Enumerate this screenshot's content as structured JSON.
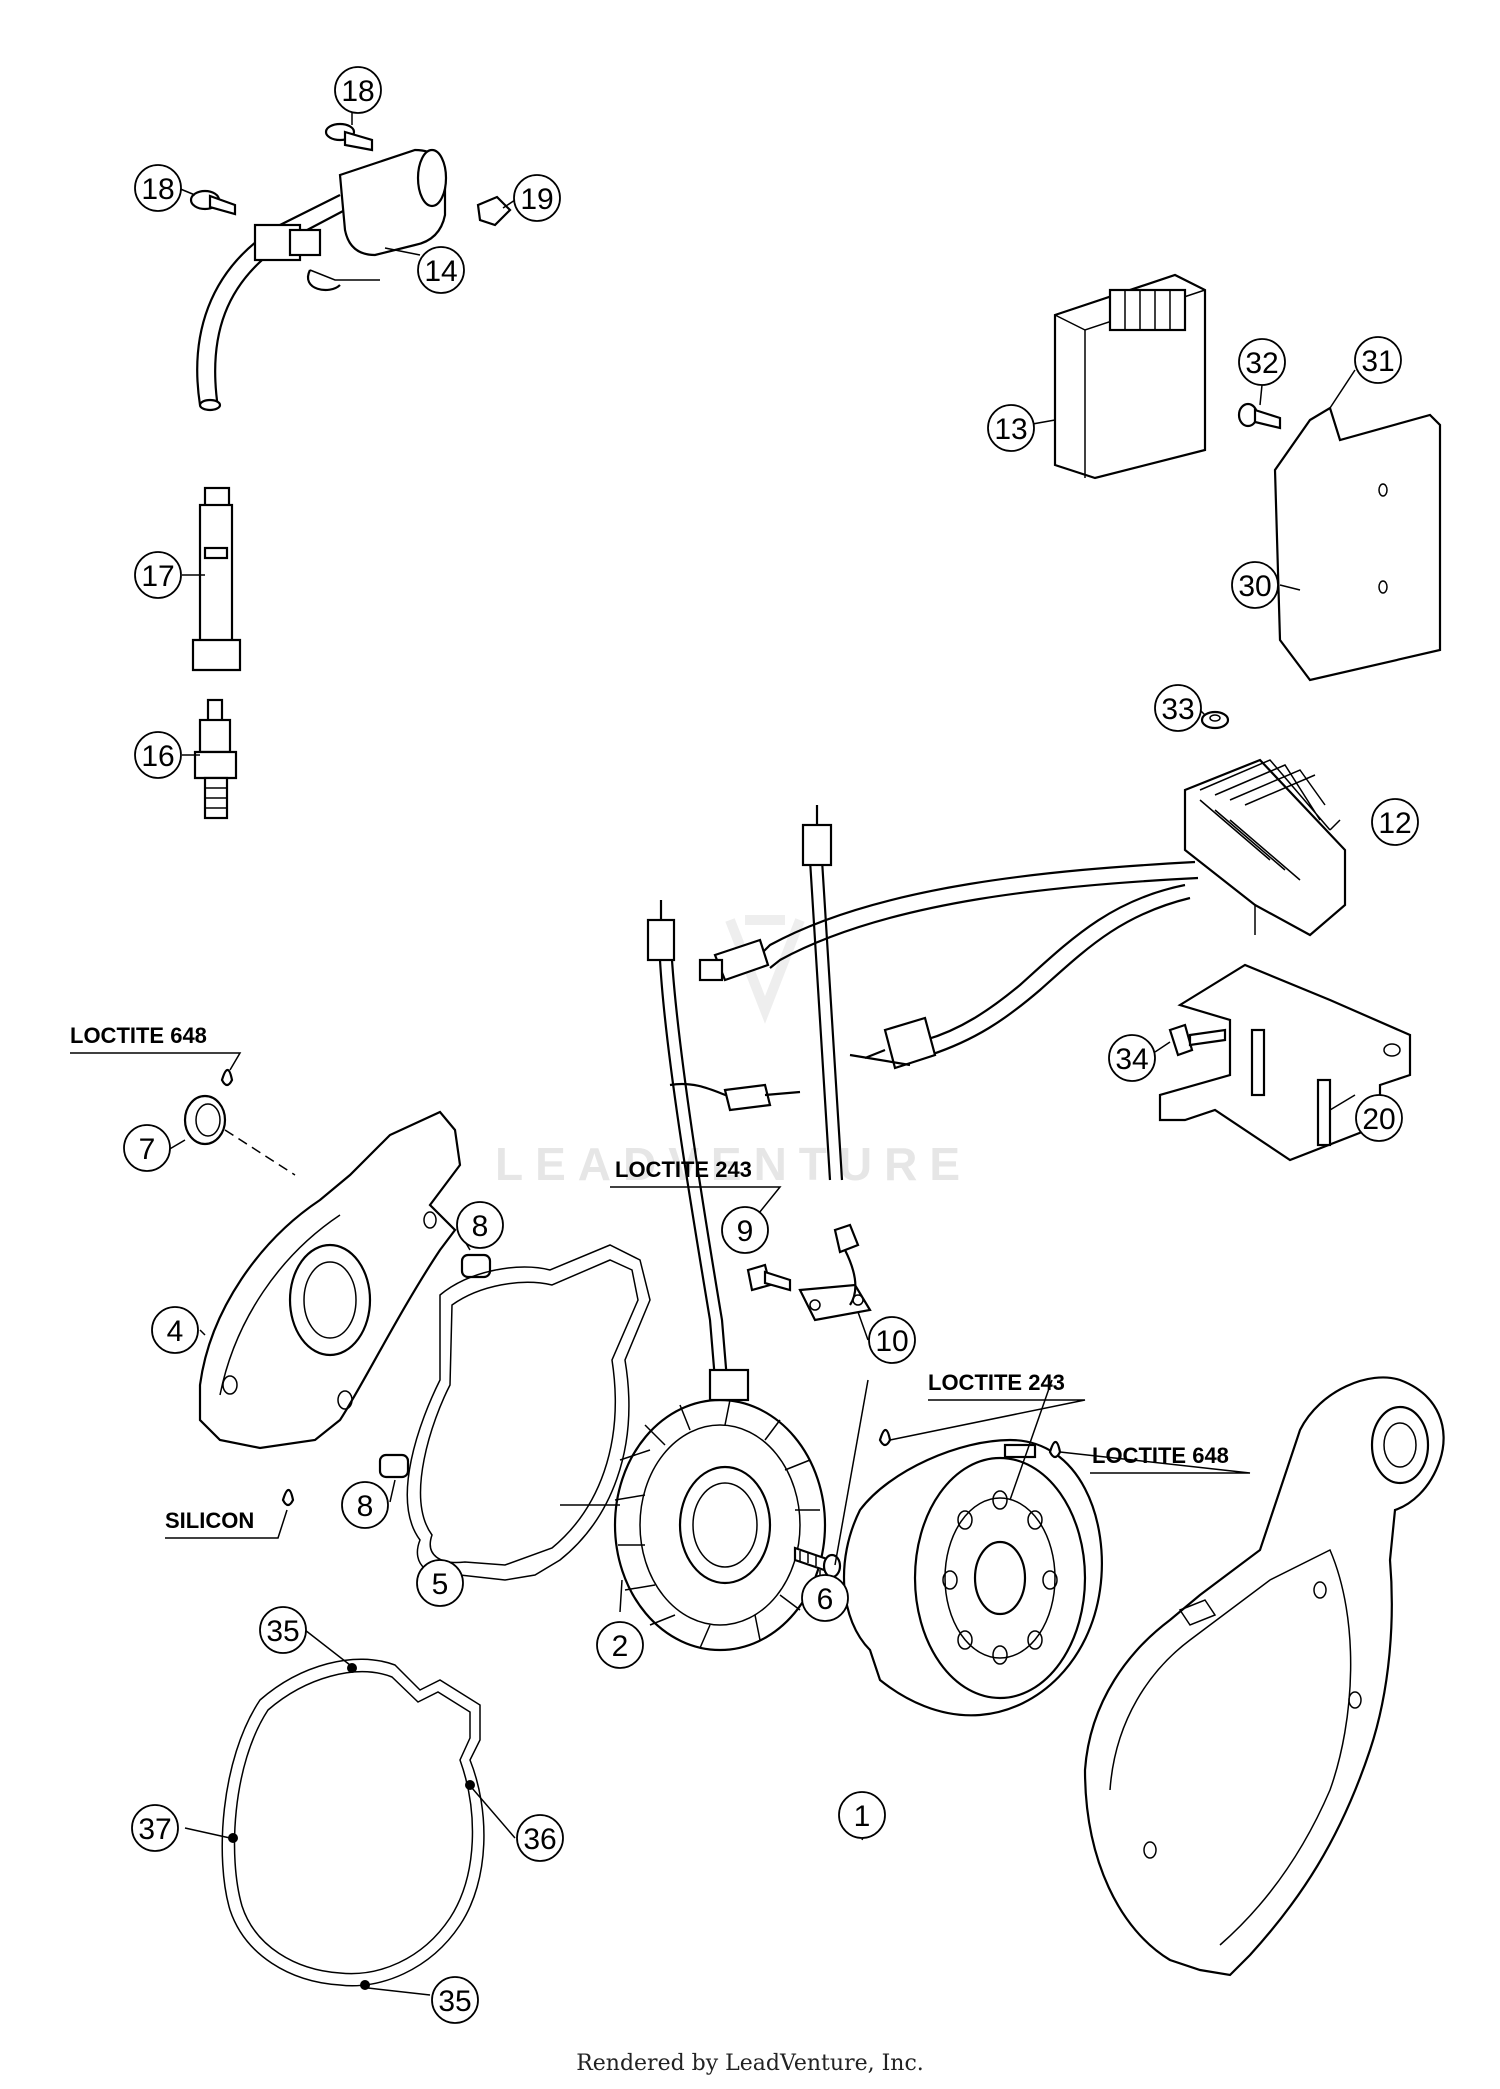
{
  "watermark": "LEADVENTURE",
  "footer": "Rendered by LeadVenture, Inc.",
  "notes": {
    "loctite648_left": "LOCTITE 648",
    "loctite243_top": "LOCTITE 243",
    "loctite243_right": "LOCTITE 243",
    "loctite648_right": "LOCTITE 648",
    "silicon": "SILICON"
  },
  "callouts": {
    "c18a": "18",
    "c18b": "18",
    "c19": "19",
    "c14": "14",
    "c13": "13",
    "c32": "32",
    "c31": "31",
    "c30": "30",
    "c17": "17",
    "c16": "16",
    "c33": "33",
    "c12": "12",
    "c34": "34",
    "c20": "20",
    "c7": "7",
    "c8a": "8",
    "c4": "4",
    "c8b": "8",
    "c9": "9",
    "c10": "10",
    "c5": "5",
    "c2": "2",
    "c6": "6",
    "c1": "1",
    "c35a": "35",
    "c37": "37",
    "c36": "36",
    "c35b": "35"
  }
}
